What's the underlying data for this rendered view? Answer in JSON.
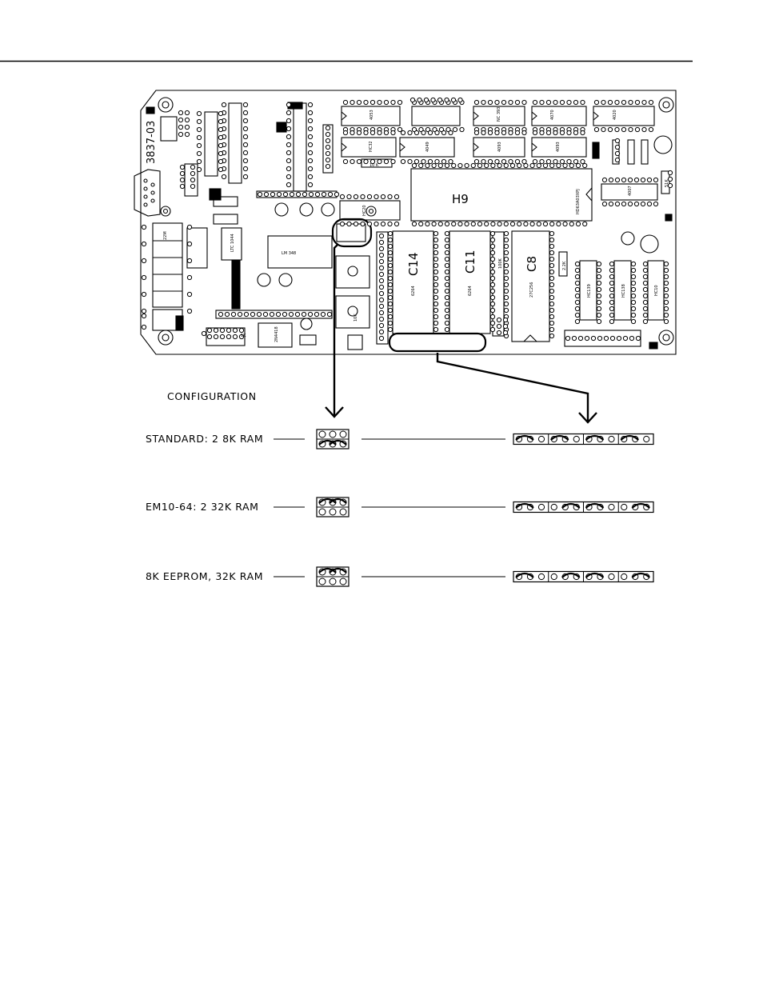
{
  "board": {
    "part_number": "3837-03",
    "chip_labels": [
      "H9",
      "C14",
      "C11",
      "C8"
    ],
    "main_chip_part": "HD63A03XPJ",
    "ram_chip_part": "6264",
    "eprom_chip_part": "27C256",
    "ic_labels": [
      "4053",
      "NC 393",
      "4070",
      "4020",
      "HC32",
      "4049",
      "4093",
      "4093",
      "4007",
      "HC20",
      "HC139",
      "HC138",
      "HC10",
      "2N4418",
      "LM 348",
      "LTC 1044"
    ],
    "passive_labels": [
      "10K",
      "100K",
      "2.2K",
      "51K",
      "22M",
      "1K",
      "10 K"
    ]
  },
  "configuration": {
    "heading": "CONFIGURATION",
    "rows": [
      {
        "label": "STANDARD: 2 8K RAM",
        "small_jumpers": [
          0,
          0,
          1,
          1
        ],
        "long_jumpers": [
          1,
          1,
          1,
          1
        ]
      },
      {
        "label": "EM10-64: 2 32K RAM",
        "small_jumpers": [
          1,
          1,
          0,
          0
        ],
        "long_jumpers": [
          1,
          1,
          1,
          1
        ]
      },
      {
        "label": "8K EEPROM, 32K RAM",
        "small_jumpers": [
          1,
          1,
          0,
          0
        ],
        "long_jumpers": [
          1,
          1,
          1,
          1
        ]
      }
    ]
  }
}
